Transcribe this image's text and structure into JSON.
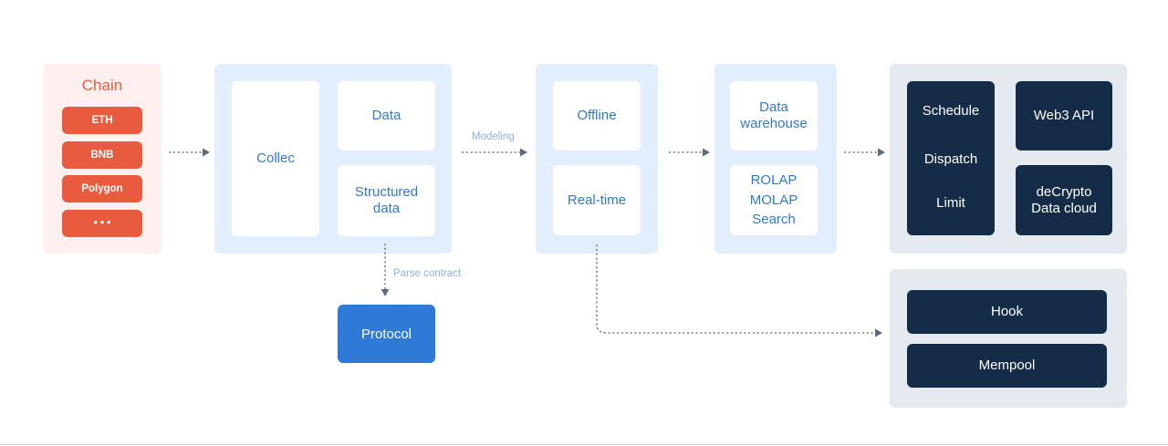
{
  "chain": {
    "title": "Chain",
    "items": [
      "ETH",
      "BNB",
      "Polygon",
      "• • •"
    ]
  },
  "collect": {
    "main": "Collec",
    "data": "Data",
    "structured": "Structured\ndata"
  },
  "edges": {
    "modeling": "Modeling",
    "parse_contract": "Parse contract"
  },
  "protocol": "Protocol",
  "processing": {
    "offline": "Offline",
    "realtime": "Real-time"
  },
  "storage": {
    "warehouse": "Data\nwarehouse",
    "query": "ROLAP\nMOLAP\nSearch"
  },
  "services": {
    "scheduling": [
      "Schedule",
      "Dispatch",
      "Limit"
    ],
    "web3_api": "Web3 API",
    "decrypto": "deCrypto\nData cloud"
  },
  "realtime_services": {
    "hook": "Hook",
    "mempool": "Mempool"
  },
  "colors": {
    "chain_accent": "#e85b3f",
    "panel_blue": "#e3eefc",
    "panel_grey": "#e5eaf1",
    "card_text": "#3179cf",
    "dark_navy": "#142c47",
    "protocol_blue": "#2f7ad6",
    "edge_label": "#8fb1dc",
    "edge_line": "#5c6b7c"
  }
}
